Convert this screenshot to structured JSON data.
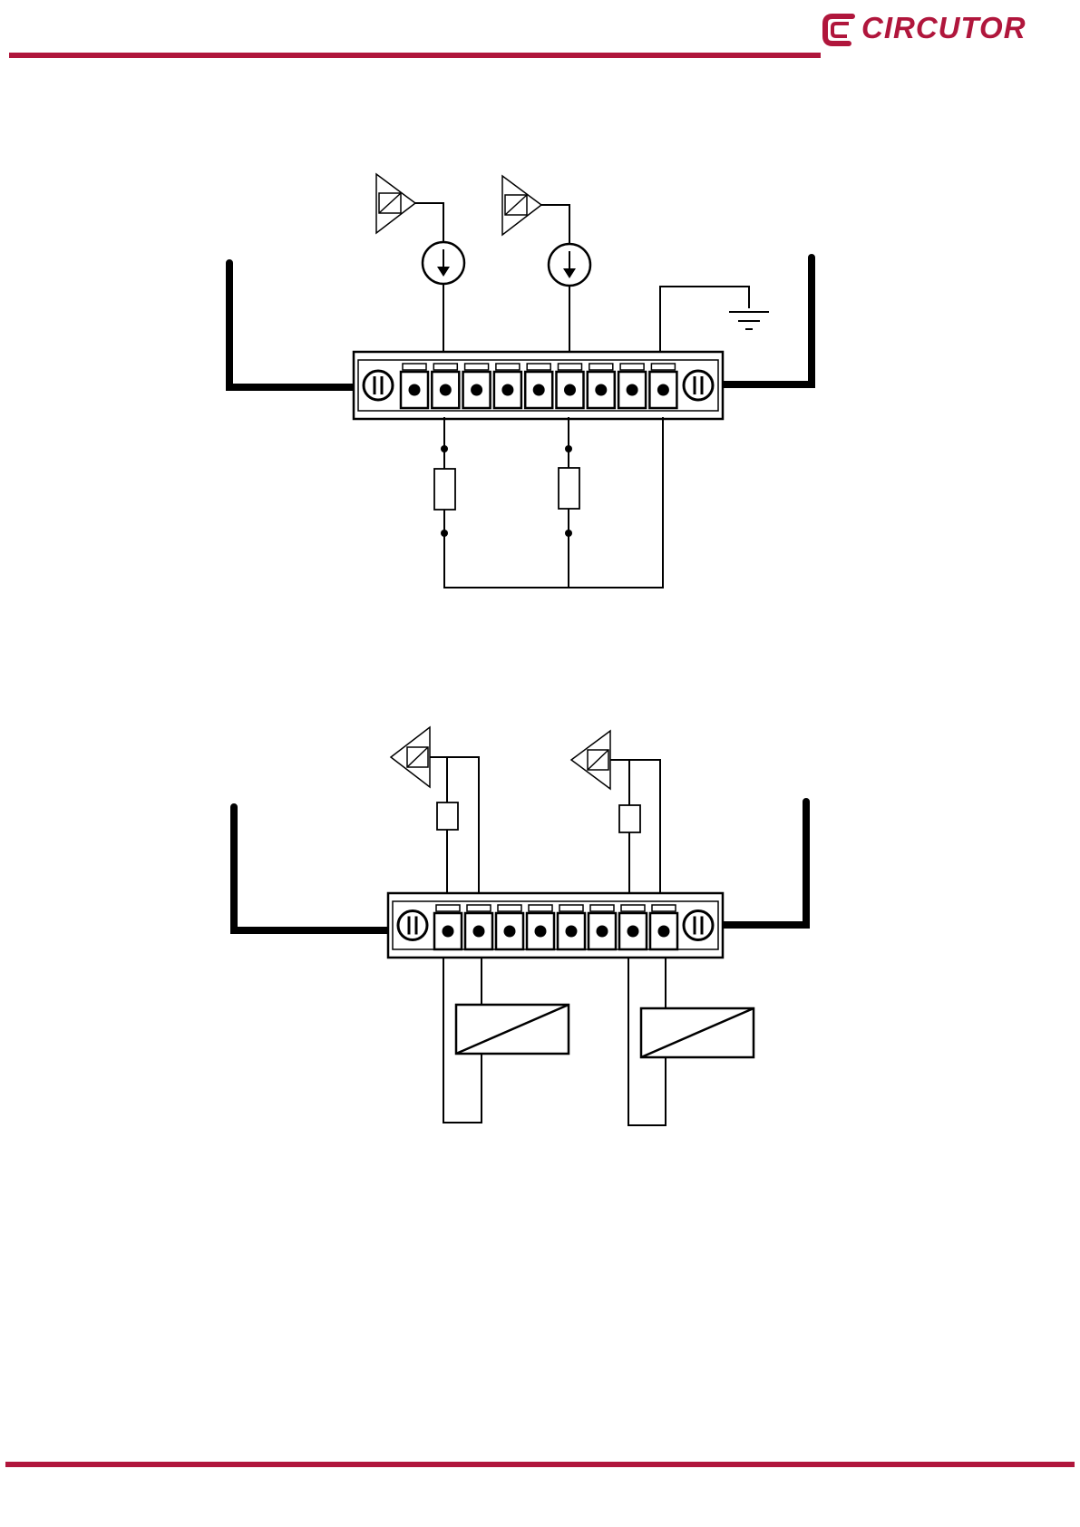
{
  "header": {
    "brand": "CIRCUTOR",
    "brand_color": "#b0163c",
    "logo_icon": "circutor-c-logo-icon"
  },
  "diagrams": [
    {
      "name": "current-output-wiring-diagram",
      "terminal_count": 9,
      "elements": [
        "sensor-icon",
        "sensor-icon",
        "current-source-icon",
        "current-source-icon",
        "ground-icon",
        "resistor-icon",
        "resistor-icon"
      ]
    },
    {
      "name": "relay-output-wiring-diagram",
      "terminal_count": 8,
      "elements": [
        "sensor-icon",
        "sensor-icon",
        "resistor-icon",
        "resistor-icon",
        "relay-coil-icon",
        "relay-coil-icon"
      ]
    }
  ]
}
